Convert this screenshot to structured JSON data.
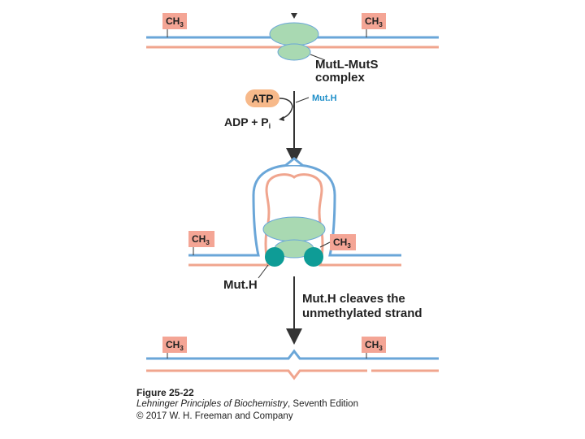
{
  "labels": {
    "ch3": "CH",
    "ch3_sub": "3",
    "mutl_muts": "MutL-MutS",
    "complex": "complex",
    "atp": "ATP",
    "adp": "ADP + P",
    "adp_sub": "i",
    "muth_blue": "Mut.H",
    "muth_black": "Mut.H",
    "cleaves_1": "Mut.H cleaves the",
    "cleaves_2": "unmethylated strand"
  },
  "caption": {
    "figure": "Figure 25-22",
    "book_italic": "Lehninger Principles of Biochemistry",
    "edition": ", Seventh Edition",
    "copyright": "© 2017 W. H. Freeman and Company"
  },
  "colors": {
    "blue_strand": "#6aa6d8",
    "salmon_strand": "#f0a58e",
    "ch3_fill": "#f4a595",
    "complex_fill": "#a9d9b2",
    "atp_fill": "#f7b98a",
    "muth_fill": "#0e9c96",
    "muth_label": "#1f8fc9",
    "arrow": "#333333"
  }
}
